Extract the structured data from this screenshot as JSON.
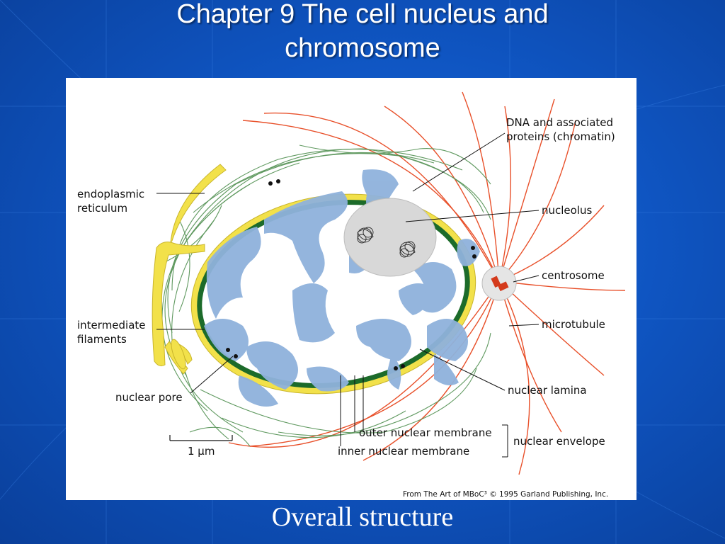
{
  "slide": {
    "title_line1": "Chapter 9  The cell nucleus and",
    "title_line2": "chromosome",
    "caption": "Overall structure"
  },
  "diagram": {
    "labels": {
      "dna_line1": "DNA and associated",
      "dna_line2": "proteins (chromatin)",
      "nucleolus": "nucleolus",
      "centrosome": "centrosome",
      "microtubule": "microtubule",
      "nuclear_lamina": "nuclear lamina",
      "outer_membrane": "outer nuclear membrane",
      "inner_membrane": "inner nuclear membrane",
      "nuclear_envelope": "nuclear envelope",
      "er_line1": "endoplasmic",
      "er_line2": "reticulum",
      "if_line1": "intermediate",
      "if_line2": "filaments",
      "nuclear_pore": "nuclear pore",
      "scale": "1 µm",
      "credit": "From The Art of MBoC³ © 1995 Garland Publishing, Inc."
    },
    "colors": {
      "background": "#1560c8",
      "membrane": "#f2e14a",
      "lamina": "#1c6b2a",
      "chromatin": "#8fb2dc",
      "nucleolus": "#d8d8d8",
      "microtubule": "#e8502a",
      "intermediate_filament": "#4f8f4f",
      "centrosome": "#d43a1c"
    }
  }
}
